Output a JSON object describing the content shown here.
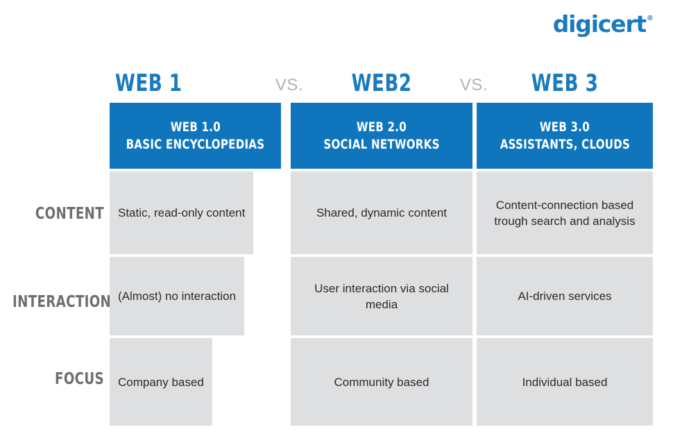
{
  "brand": {
    "logo_text": "digicert",
    "logo_registered_mark": "®",
    "brand_blue": "#1a7ac0"
  },
  "colors": {
    "header_blue": "#0f76bd",
    "cell_grey": "#dedfe1",
    "label_grey": "#6e6e6e",
    "vs_grey": "#b2b2b2",
    "body_text": "#2b2b2b"
  },
  "separators": [
    {
      "label": "vs-1",
      "text": "VS."
    },
    {
      "label": "vs-2",
      "text": "VS."
    }
  ],
  "columns": [
    {
      "title": "WEB 1",
      "header_line_1": "WEB 1.0",
      "header_line_2": "BASIC ENCYCLOPEDIAS",
      "cells": {
        "content": "Static, read-only content",
        "interaction": "(Almost) no interaction",
        "focus": "Company based"
      }
    },
    {
      "title": "WEB2",
      "header_line_1": "WEB 2.0",
      "header_line_2": "SOCIAL NETWORKS",
      "cells": {
        "content": "Shared, dynamic content",
        "interaction": "User interaction via social media",
        "focus": "Community based"
      }
    },
    {
      "title": "WEB 3",
      "header_line_1": "WEB 3.0",
      "header_line_2": "ASSISTANTS, CLOUDS",
      "cells": {
        "content": "Content-connection based trough search and analysis",
        "interaction": "AI-driven services",
        "focus": "Individual based"
      }
    }
  ],
  "rows": [
    {
      "label": "CONTENT"
    },
    {
      "label": "INTERACTION"
    },
    {
      "label": "FOCUS"
    }
  ]
}
